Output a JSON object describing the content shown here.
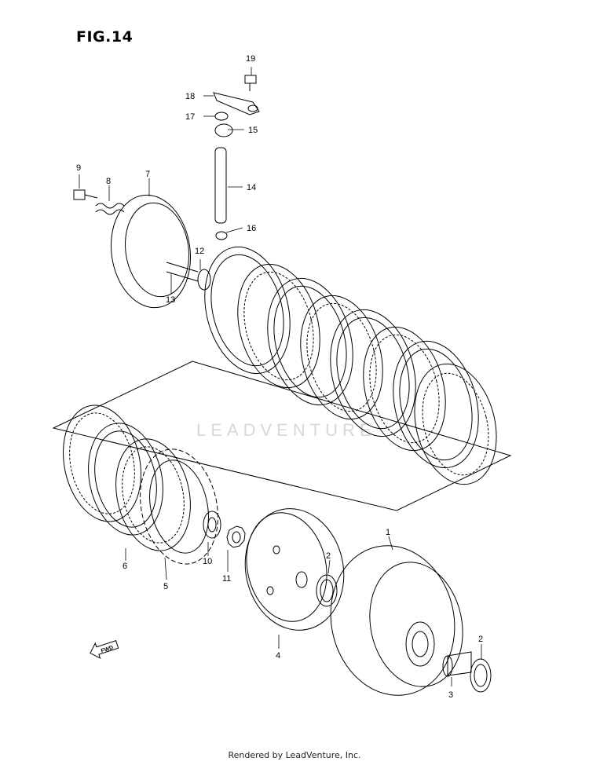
{
  "figure": {
    "title": "FIG.14",
    "watermark": "LEADVENTURE",
    "direction_marker": "FWD"
  },
  "callouts": {
    "c1": "1",
    "c2a": "2",
    "c2b": "2",
    "c3": "3",
    "c4": "4",
    "c5": "5",
    "c6": "6",
    "c7": "7",
    "c8": "8",
    "c9": "9",
    "c10": "10",
    "c11": "11",
    "c12": "12",
    "c13": "13",
    "c14": "14",
    "c15": "15",
    "c16": "16",
    "c17": "17",
    "c18": "18",
    "c19": "19"
  },
  "footer": {
    "credit": "Rendered by LeadVenture, Inc."
  },
  "colors": {
    "line": "#000000",
    "watermark": "#d8d8d8",
    "background": "#ffffff"
  }
}
